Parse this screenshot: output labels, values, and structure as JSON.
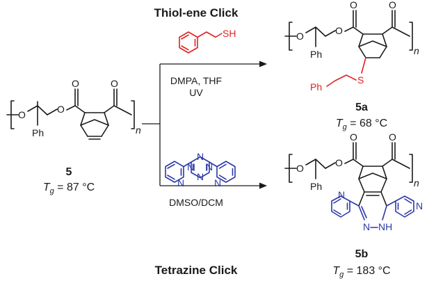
{
  "reactions": {
    "top": {
      "title": "Thiol-ene Click",
      "reagent_atoms": {
        "thiol": "SH"
      },
      "conditions": [
        "DMPA, THF",
        "UV"
      ]
    },
    "bottom": {
      "title": "Tetrazine Click",
      "conditions": [
        "DMSO/DCM"
      ]
    }
  },
  "compounds": {
    "start": {
      "label": "5",
      "tg_symbol": "T",
      "tg_subscript": "g",
      "tg_value": " = 87 °C",
      "atoms": {
        "o_chain": "O",
        "o_ester": "O",
        "o_carbonyl1": "O",
        "o_carbonyl2": "O",
        "phenyl": "Ph",
        "repeat": "n"
      }
    },
    "product_a": {
      "label": "5a",
      "tg_symbol": "T",
      "tg_subscript": "g",
      "tg_value": " = 68 °C",
      "atoms": {
        "o_chain": "O",
        "o_ester": "O",
        "o_carbonyl1": "O",
        "o_carbonyl2": "O",
        "phenyl": "Ph",
        "repeat": "n",
        "sulfur": "S",
        "phenyl_side": "Ph"
      }
    },
    "product_b": {
      "label": "5b",
      "tg_symbol": "T",
      "tg_subscript": "g",
      "tg_value": " = 183 °C",
      "atoms": {
        "o_chain": "O",
        "o_ester": "O",
        "o_carbonyl1": "O",
        "o_carbonyl2": "O",
        "phenyl": "Ph",
        "repeat": "n",
        "n_left": "N",
        "n_right": "N",
        "n_ring": "N",
        "nh_ring": "NH"
      }
    }
  },
  "colors": {
    "bonds": "#1a1a1a",
    "thiol": "#e02020",
    "tetrazine": "#2a37a8"
  }
}
